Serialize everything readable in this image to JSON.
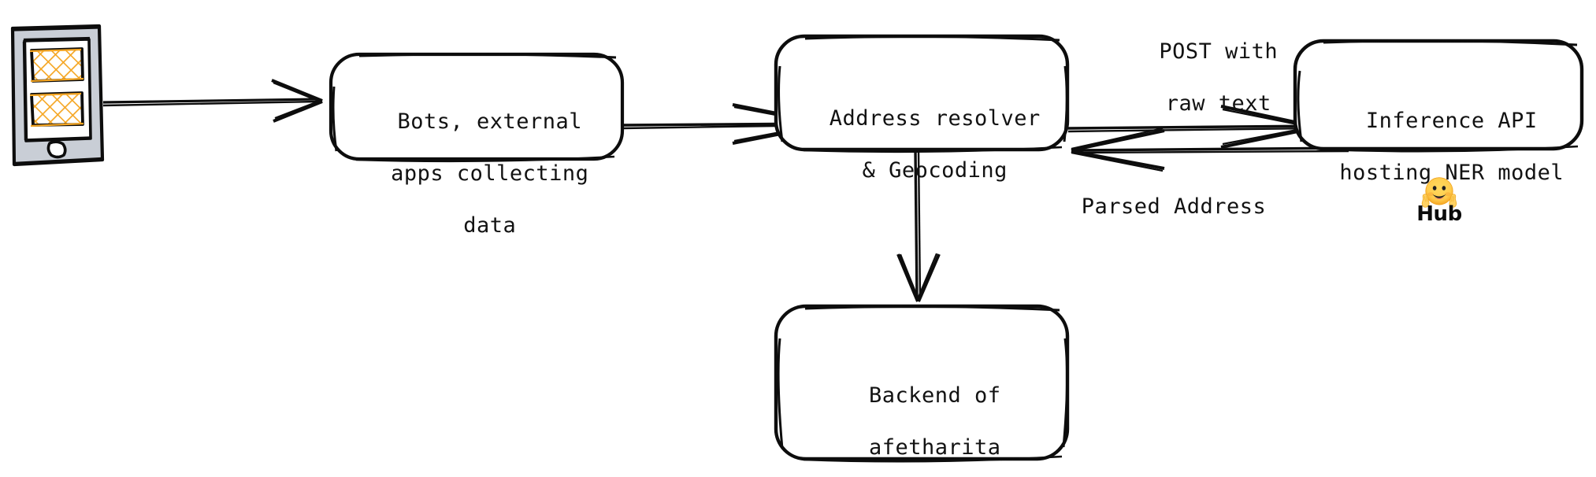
{
  "diagram": {
    "title": "Address resolution pipeline",
    "background": "#ffffff",
    "stroke_color": "#0d0d0d",
    "phone_body_color": "#c9ced6",
    "phone_screen_color": "#ffffff",
    "hatch_color": "#f5a623",
    "nodes": [
      {
        "id": "mobile-device",
        "type": "phone-icon",
        "label": ""
      },
      {
        "id": "bots",
        "type": "rounded-box",
        "label_line1": "Bots, external",
        "label_line2": "apps collecting",
        "label_line3": "data"
      },
      {
        "id": "address-resolver",
        "type": "rounded-box",
        "label_line1": "Address resolver",
        "label_line2": "& Geocoding"
      },
      {
        "id": "inference-api",
        "type": "rounded-box",
        "label_line1": "Inference API",
        "label_line2": "hosting NER model"
      },
      {
        "id": "backend",
        "type": "rounded-box",
        "label_line1": "Backend of",
        "label_line2": "afetharita"
      }
    ],
    "edges": [
      {
        "id": "phone-to-bots",
        "from": "mobile-device",
        "to": "bots",
        "label": ""
      },
      {
        "id": "bots-to-resolver",
        "from": "bots",
        "to": "address-resolver",
        "label": ""
      },
      {
        "id": "resolver-to-inference",
        "from": "address-resolver",
        "to": "inference-api",
        "label_line1": "POST with",
        "label_line2": "raw text"
      },
      {
        "id": "inference-to-resolver",
        "from": "inference-api",
        "to": "address-resolver",
        "label": "Parsed Address"
      },
      {
        "id": "resolver-to-backend",
        "from": "address-resolver",
        "to": "backend",
        "label": ""
      }
    ],
    "branding": {
      "hub_label": "Hub",
      "hub_icon": "hugging-face-emoji",
      "hub_icon_color": "#ffcc4d"
    }
  }
}
